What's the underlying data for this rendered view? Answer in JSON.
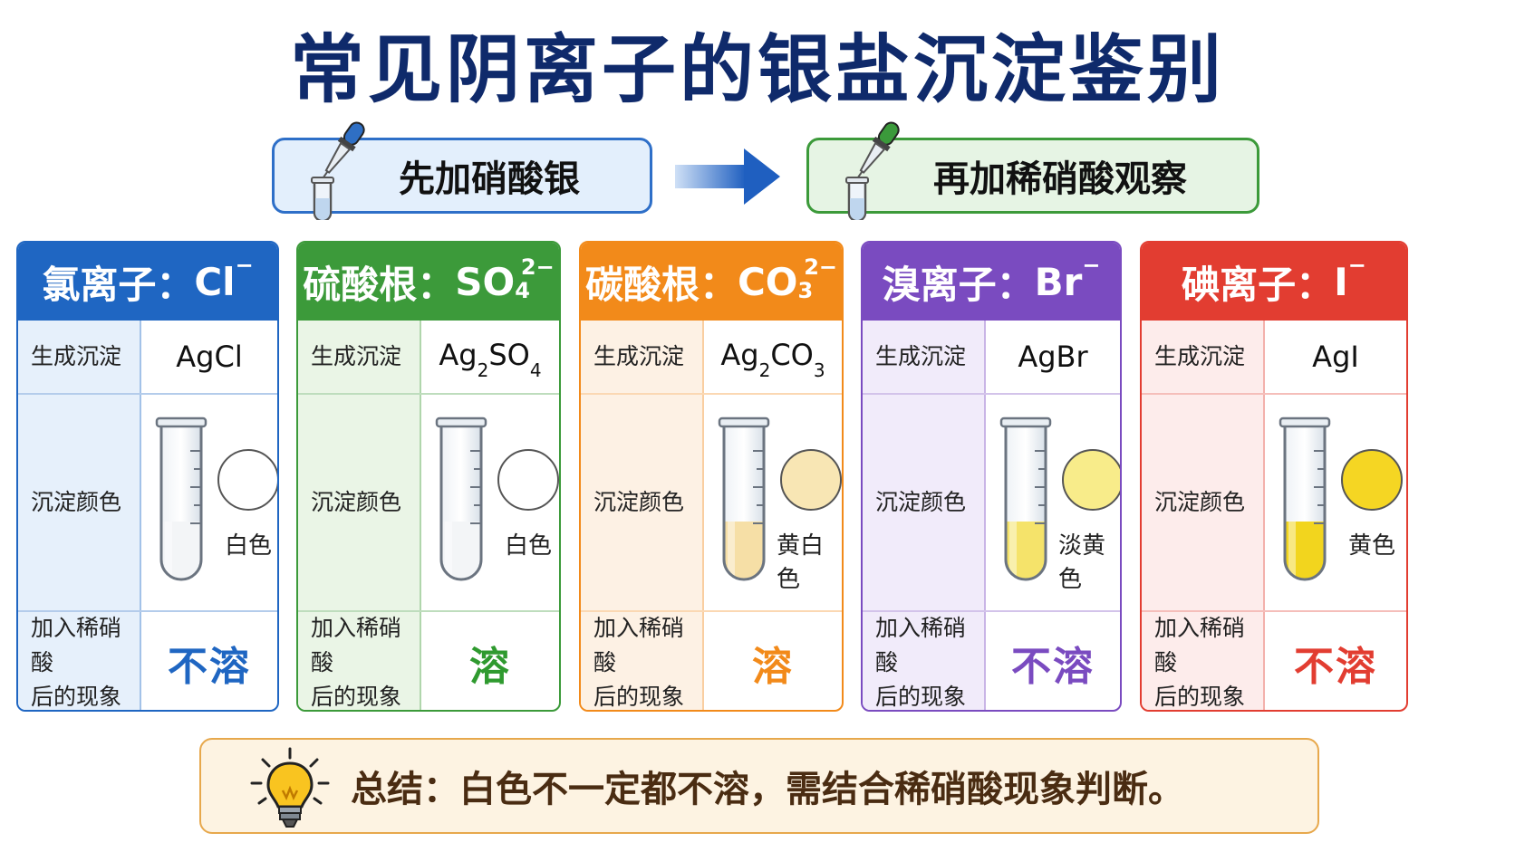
{
  "title": "常见阴离子的银盐沉淀鉴别",
  "steps": [
    {
      "label": "先加硝酸银",
      "dropper_color": "#2f6fc4"
    },
    {
      "label": "再加稀硝酸观察",
      "dropper_color": "#3b9a3b"
    }
  ],
  "row_labels": {
    "precipitate": "生成沉淀",
    "color": "沉淀颜色",
    "after_acid_line1": "加入稀硝酸",
    "after_acid_line2": "后的现象"
  },
  "ions": [
    {
      "name": "氯离子：",
      "ion_base": "Cl",
      "ion_sub": "",
      "ion_sup": "−",
      "ppt_base": "AgCl",
      "ppt_sub": "",
      "ppt_tail": "",
      "color_name": "白色",
      "precip_color": "#f3f5f7",
      "swatch": "#ffffff",
      "result": "不溶",
      "accent": "#1f66c2",
      "light": "#e6f0fb",
      "result_color": "#1f66c2",
      "level": 0.4
    },
    {
      "name": "硫酸根：",
      "ion_base": "SO",
      "ion_sub": "4",
      "ion_sup": "2−",
      "ppt_base": "Ag",
      "ppt_sub": "2",
      "ppt_tail": "SO",
      "ppt_sub2": "4",
      "color_name": "白色",
      "precip_color": "#f3f5f7",
      "swatch": "#ffffff",
      "result": "溶",
      "accent": "#3c9a3a",
      "light": "#eaf5e6",
      "result_color": "#2f9a2f",
      "level": 0.4
    },
    {
      "name": "碳酸根：",
      "ion_base": "CO",
      "ion_sub": "3",
      "ion_sup": "2−",
      "ppt_base": "Ag",
      "ppt_sub": "2",
      "ppt_tail": "CO",
      "ppt_sub2": "3",
      "color_name": "黄白色",
      "precip_color": "#f6dfa6",
      "swatch": "#f8e6b4",
      "result": "溶",
      "accent": "#f28a1a",
      "light": "#fdf1e4",
      "result_color": "#f28a1a",
      "level": 0.4
    },
    {
      "name": "溴离子：",
      "ion_base": "Br",
      "ion_sub": "",
      "ion_sup": "−",
      "ppt_base": "AgBr",
      "ppt_sub": "",
      "ppt_tail": "",
      "color_name": "淡黄色",
      "precip_color": "#f5e36a",
      "swatch": "#f8ec8a",
      "result": "不溶",
      "accent": "#7a4bc0",
      "light": "#f1ebfa",
      "result_color": "#7a4bc0",
      "level": 0.4
    },
    {
      "name": "碘离子：",
      "ion_base": "I",
      "ion_sub": "",
      "ion_sup": "−",
      "ppt_base": "AgI",
      "ppt_sub": "",
      "ppt_tail": "",
      "color_name": "黄色",
      "precip_color": "#f2d51e",
      "swatch": "#f5d623",
      "result": "不溶",
      "accent": "#e23d31",
      "light": "#fdeceb",
      "result_color": "#e23d31",
      "level": 0.4
    }
  ],
  "summary": "总结：白色不一定都不溶，需结合稀硝酸现象判断。"
}
